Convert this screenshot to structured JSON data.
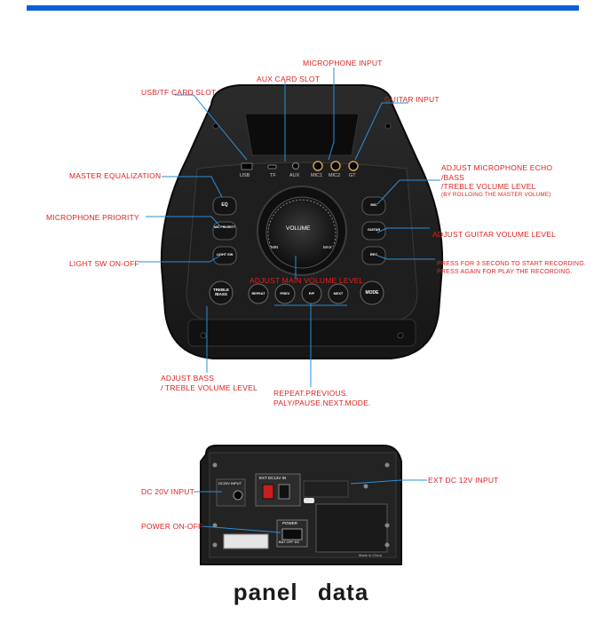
{
  "callouts": {
    "microphone_input": "MICROPHONE INPUT",
    "aux_card_slot": "AUX CARD SLOT",
    "usb_tf_card_slot": "USB/TF CARD SLOT",
    "guitar_input": "GUITAR INPUT",
    "master_equalization": "MASTER EQUALIZATION",
    "microphone_priority": "MICROPHONE  PRIORITY",
    "light_sw_on_off": "LIGHT SW ON-OFF",
    "adjust_mic_echo_line1": "ADJUST MICROPHONE ECHO",
    "adjust_mic_echo_line2": "/BASS",
    "adjust_mic_echo_line3": "/TREBLE VOLUME LEVEL",
    "adjust_mic_echo_line4": "(BY ROLLOING THE MASTER VOLUME)",
    "adjust_guitar_volume": "ADJUST GUITAR VOLUME LEVEL",
    "record_line1": "PRESS FOR 3 SECOND TO START RECORDING.",
    "record_line2": "PRESS AGAIN FOR PLAY THE RECORDING.",
    "adjust_main_volume": "ADJUST MAIN VOLUME LEVEL",
    "adjust_bass_line1": "ADJUST BASS",
    "adjust_bass_line2": "/ TREBLE VOLUME LEVEL",
    "transport_line1": "REPEAT.PREVIOUS.",
    "transport_line2": "PALY/PAUSE.NEXT.MODE.",
    "dc_20v_input": "DC 20V INPUT",
    "ext_dc_12v_input": "EXT DC 12V INPUT",
    "power_on_off": "POWER ON-OFF"
  },
  "front_panel": {
    "jacks": [
      "USB",
      "TF",
      "AUX",
      "MIC1",
      "MIC2",
      "GT"
    ],
    "knob": {
      "title": "VOLUME",
      "min": "MIN",
      "max": "MAX"
    },
    "left_buttons": [
      "EQ",
      "MIC PRIORITY",
      "LIGHT SW"
    ],
    "right_buttons": [
      "MIC",
      "GUITAR",
      "REC"
    ],
    "treble_bass": "TREBLE /BASS",
    "bottom_buttons": [
      "REPEAT",
      "PREV",
      "P/P",
      "NEXT"
    ],
    "mode": "MODE"
  },
  "rear_panel": {
    "dc_label": "DC20V INPUT",
    "ext_label": "EXT DC12V IN",
    "power_label": "POWER",
    "switch_labels": "BAT  OFF  DC",
    "made_in": "Made in China"
  },
  "footer": {
    "title": "panel  data"
  },
  "colors": {
    "callout": "#e02020",
    "leader": "#2a8fd6",
    "top_bar": "#0a5fd8",
    "device": "#1b1b1b"
  }
}
